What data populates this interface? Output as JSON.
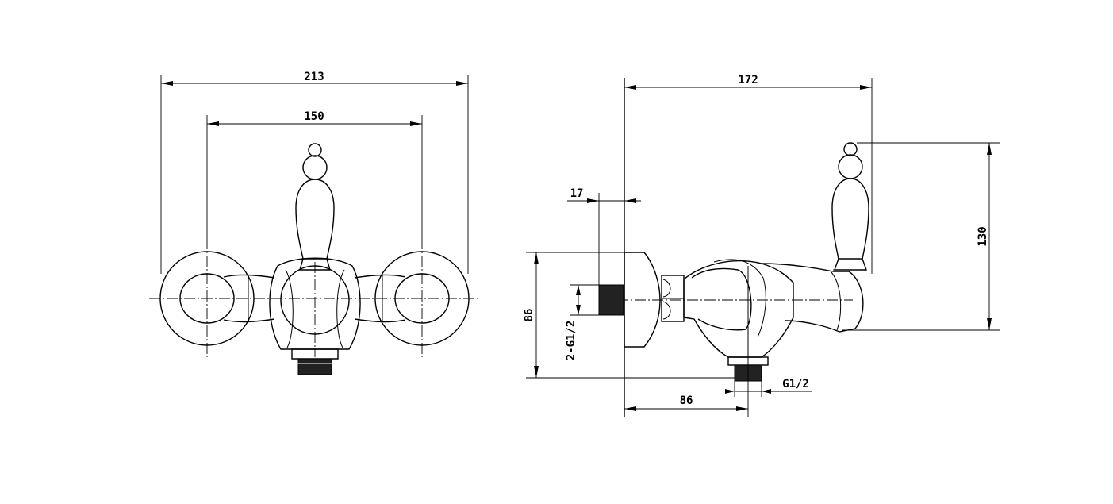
{
  "front_view": {
    "overall_width": "213",
    "inlet_centres": "150"
  },
  "side_view": {
    "depth": "172",
    "escutcheon": "17",
    "height": "130",
    "inlet_height": "86",
    "inlet_thread": "2-G1/2",
    "outlet_offset": "86",
    "outlet_thread": "G1/2"
  }
}
